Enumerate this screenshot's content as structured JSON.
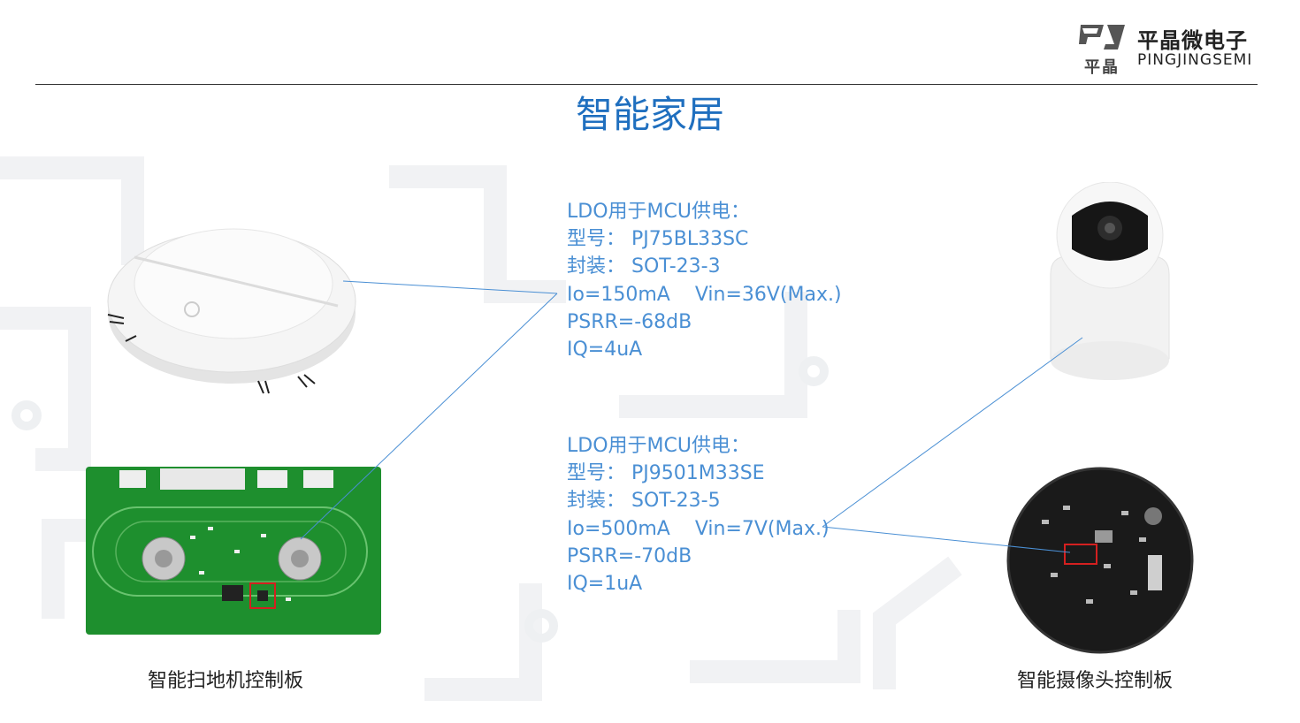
{
  "brand": {
    "mark_text": "平晶",
    "name_cn": "平晶微电子",
    "name_en": "PINGJINGSEMI",
    "color": "#1f6fbf"
  },
  "title": "智能家居",
  "spec_blocks": [
    {
      "lines": [
        "LDO用于MCU供电：",
        "型号： PJ75BL33SC",
        "封装： SOT-23-3",
        "Io=150mA    Vin=36V(Max.)",
        "PSRR=-68dB",
        "IQ=4uA"
      ]
    },
    {
      "lines": [
        "LDO用于MCU供电：",
        "型号： PJ9501M33SE",
        "封装： SOT-23-5",
        "Io=500mA    Vin=7V(Max.)",
        "PSRR=-70dB",
        "IQ=1uA"
      ]
    }
  ],
  "captions": {
    "left": "智能扫地机控制板",
    "right": "智能摄像头控制板"
  },
  "colors": {
    "title": "#1f6fbf",
    "spec_text": "#4a8fd4",
    "connector": "#4a8fd4",
    "pcb_green": "#1e8f2e",
    "highlight": "#d42020"
  },
  "illustrations": [
    "robot-vacuum",
    "vacuum-control-board",
    "security-camera",
    "camera-control-board"
  ]
}
